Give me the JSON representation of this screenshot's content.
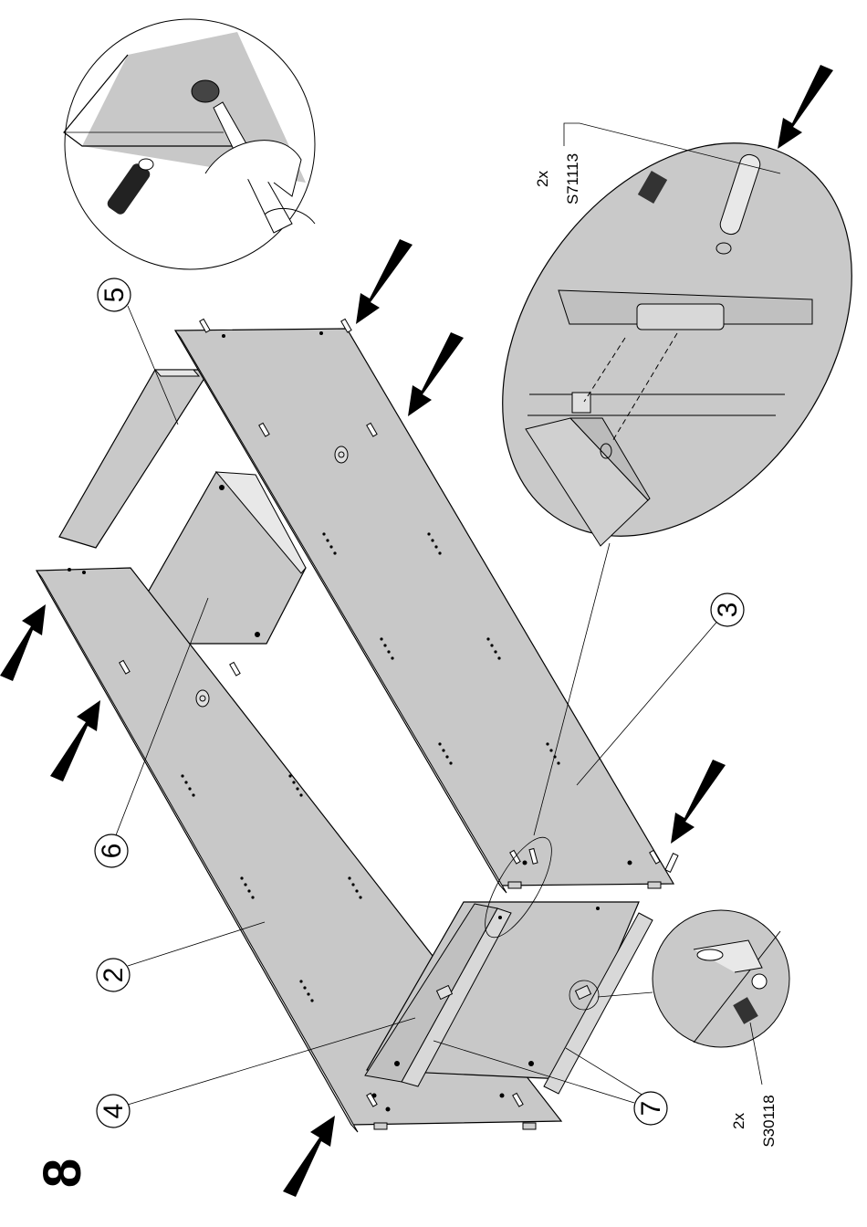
{
  "step": {
    "number": "8"
  },
  "parts": {
    "p2": "2",
    "p3": "3",
    "p4": "4",
    "p5": "5",
    "p6": "6",
    "p7": "7"
  },
  "hardware": {
    "dowel": {
      "qty": "2x",
      "code": "S71113"
    },
    "bracket_screw": {
      "qty": "2x",
      "code": "S30118"
    }
  },
  "colors": {
    "panel_fill": "#c8c8c8",
    "panel_edge": "#9a9a9a",
    "line": "#000000",
    "background": "#ffffff"
  },
  "icons": [
    "arrow-icon",
    "screwdriver-icon",
    "dowel-icon",
    "cam-lock-icon",
    "bracket-icon"
  ]
}
